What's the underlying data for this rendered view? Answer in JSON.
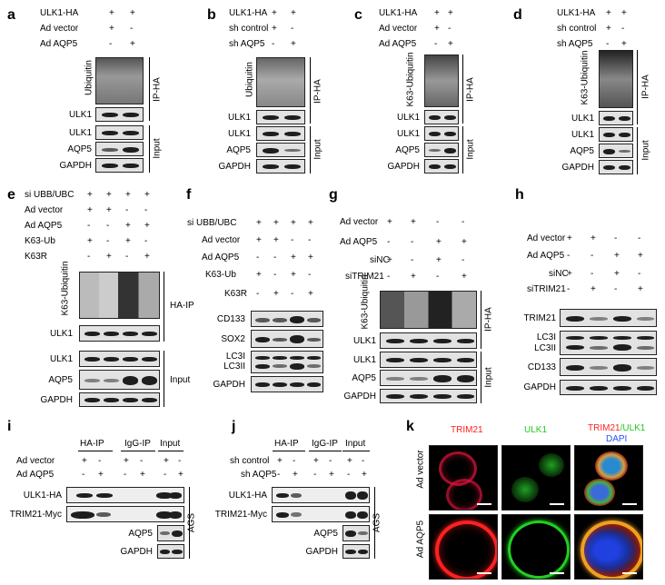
{
  "panels": {
    "a": {
      "letter": "a",
      "rows": [
        {
          "label": "ULK1-HA",
          "signs": [
            "+",
            "+"
          ]
        },
        {
          "label": "Ad vector",
          "signs": [
            "+",
            "-"
          ]
        },
        {
          "label": "Ad AQP5",
          "signs": [
            "-",
            "+"
          ]
        }
      ],
      "blots": [
        "Ubiquitin",
        "ULK1",
        "ULK1",
        "AQP5",
        "GAPDH"
      ],
      "ip": "IP-HA",
      "input": "Input"
    },
    "b": {
      "letter": "b",
      "rows": [
        {
          "label": "ULK1-HA",
          "signs": [
            "+",
            "+"
          ]
        },
        {
          "label": "sh control",
          "signs": [
            "+",
            "-"
          ]
        },
        {
          "label": "sh AQP5",
          "signs": [
            "-",
            "+"
          ]
        }
      ],
      "blots": [
        "Ubiquitin",
        "ULK1",
        "ULK1",
        "AQP5",
        "GAPDH"
      ],
      "ip": "IP-HA",
      "input": "Input"
    },
    "c": {
      "letter": "c",
      "rows": [
        {
          "label": "ULK1-HA",
          "signs": [
            "+",
            "+"
          ]
        },
        {
          "label": "Ad vector",
          "signs": [
            "+",
            "-"
          ]
        },
        {
          "label": "Ad AQP5",
          "signs": [
            "-",
            "+"
          ]
        }
      ],
      "blots": [
        "K63-Ubiquitin",
        "ULK1",
        "ULK1",
        "AQP5",
        "GAPDH"
      ],
      "ip": "IP-HA",
      "input": "Input"
    },
    "d": {
      "letter": "d",
      "rows": [
        {
          "label": "ULK1-HA",
          "signs": [
            "+",
            "+"
          ]
        },
        {
          "label": "sh control",
          "signs": [
            "+",
            "-"
          ]
        },
        {
          "label": "sh AQP5",
          "signs": [
            "-",
            "+"
          ]
        }
      ],
      "blots": [
        "K63-Ubiquitin",
        "ULK1",
        "ULK1",
        "AQP5",
        "GAPDH"
      ],
      "ip": "IP-HA",
      "input": "Input"
    },
    "e": {
      "letter": "e",
      "rows": [
        {
          "label": "si UBB/UBC",
          "signs": [
            "+",
            "+",
            "+",
            "+"
          ]
        },
        {
          "label": "Ad vector",
          "signs": [
            "+",
            "+",
            "-",
            "-"
          ]
        },
        {
          "label": "Ad AQP5",
          "signs": [
            "-",
            "-",
            "+",
            "+"
          ]
        },
        {
          "label": "K63-Ub",
          "signs": [
            "+",
            "-",
            "+",
            "-"
          ]
        },
        {
          "label": "K63R",
          "signs": [
            "-",
            "+",
            "-",
            "+"
          ]
        }
      ],
      "blots": [
        "K63-Ubiquitin",
        "ULK1",
        "ULK1",
        "AQP5",
        "GAPDH"
      ],
      "ip": "HA-IP",
      "input": "Input"
    },
    "f": {
      "letter": "f",
      "rows": [
        {
          "label": "si UBB/UBC",
          "signs": [
            "+",
            "+",
            "+",
            "+"
          ]
        },
        {
          "label": "Ad vector",
          "signs": [
            "+",
            "+",
            "-",
            "-"
          ]
        },
        {
          "label": "Ad AQP5",
          "signs": [
            "-",
            "-",
            "+",
            "+"
          ]
        },
        {
          "label": "K63-Ub",
          "signs": [
            "+",
            "-",
            "+",
            "-"
          ]
        },
        {
          "label": "K63R",
          "signs": [
            "-",
            "+",
            "-",
            "+"
          ]
        }
      ],
      "blots": [
        "CD133",
        "SOX2",
        "LC3I",
        "LC3II",
        "GAPDH"
      ]
    },
    "g": {
      "letter": "g",
      "rows": [
        {
          "label": "Ad vector",
          "signs": [
            "+",
            "+",
            "-",
            "-"
          ]
        },
        {
          "label": "Ad AQP5",
          "signs": [
            "-",
            "-",
            "+",
            "+"
          ]
        },
        {
          "label": "siNC",
          "signs": [
            "+",
            "-",
            "+",
            "-"
          ]
        },
        {
          "label": "siTRIM21",
          "signs": [
            "-",
            "+",
            "-",
            "+"
          ]
        }
      ],
      "blots": [
        "K63-Ubiquitin",
        "ULK1",
        "ULK1",
        "AQP5",
        "GAPDH"
      ],
      "ip": "IP-HA",
      "input": "Input"
    },
    "h": {
      "letter": "h",
      "rows": [
        {
          "label": "Ad vector",
          "signs": [
            "+",
            "+",
            "-",
            "-"
          ]
        },
        {
          "label": "Ad AQP5",
          "signs": [
            "-",
            "-",
            "+",
            "+"
          ]
        },
        {
          "label": "siNC",
          "signs": [
            "+",
            "-",
            "+",
            "-"
          ]
        },
        {
          "label": "siTRIM21",
          "signs": [
            "-",
            "+",
            "-",
            "+"
          ]
        }
      ],
      "blots": [
        "TRIM21",
        "LC3I",
        "LC3II",
        "CD133",
        "GAPDH"
      ]
    },
    "i": {
      "letter": "i",
      "groups": [
        "HA-IP",
        "IgG-IP",
        "Input"
      ],
      "rows": [
        {
          "label": "Ad vector",
          "signs": [
            "+",
            "-",
            "+",
            "-",
            "+",
            "-"
          ]
        },
        {
          "label": "Ad AQP5",
          "signs": [
            "-",
            "+",
            "-",
            "+",
            "-",
            "+"
          ]
        }
      ],
      "blots": [
        "ULK1-HA",
        "TRIM21-Myc",
        "AQP5",
        "GAPDH"
      ],
      "cell": "AGS"
    },
    "j": {
      "letter": "j",
      "groups": [
        "HA-IP",
        "IgG-IP",
        "Input"
      ],
      "rows": [
        {
          "label": "sh control",
          "signs": [
            "+",
            "-",
            "+",
            "-",
            "+",
            "-"
          ]
        },
        {
          "label": "sh AQP5",
          "signs": [
            "-",
            "+",
            "-",
            "+",
            "-",
            "+"
          ]
        }
      ],
      "blots": [
        "ULK1-HA",
        "TRIM21-Myc",
        "AQP5",
        "GAPDH"
      ],
      "cell": "AGS"
    },
    "k": {
      "letter": "k",
      "columns": [
        "TRIM21",
        "ULK1",
        "TRIM21/ULK1",
        "DAPI"
      ],
      "col3a": "TRIM21",
      "col3b": "/ULK1",
      "rows": [
        "Ad vector",
        "Ad AQP5"
      ],
      "colors": {
        "red": "#ff2020",
        "green": "#1fc81f",
        "blue": "#2050ff"
      }
    }
  }
}
